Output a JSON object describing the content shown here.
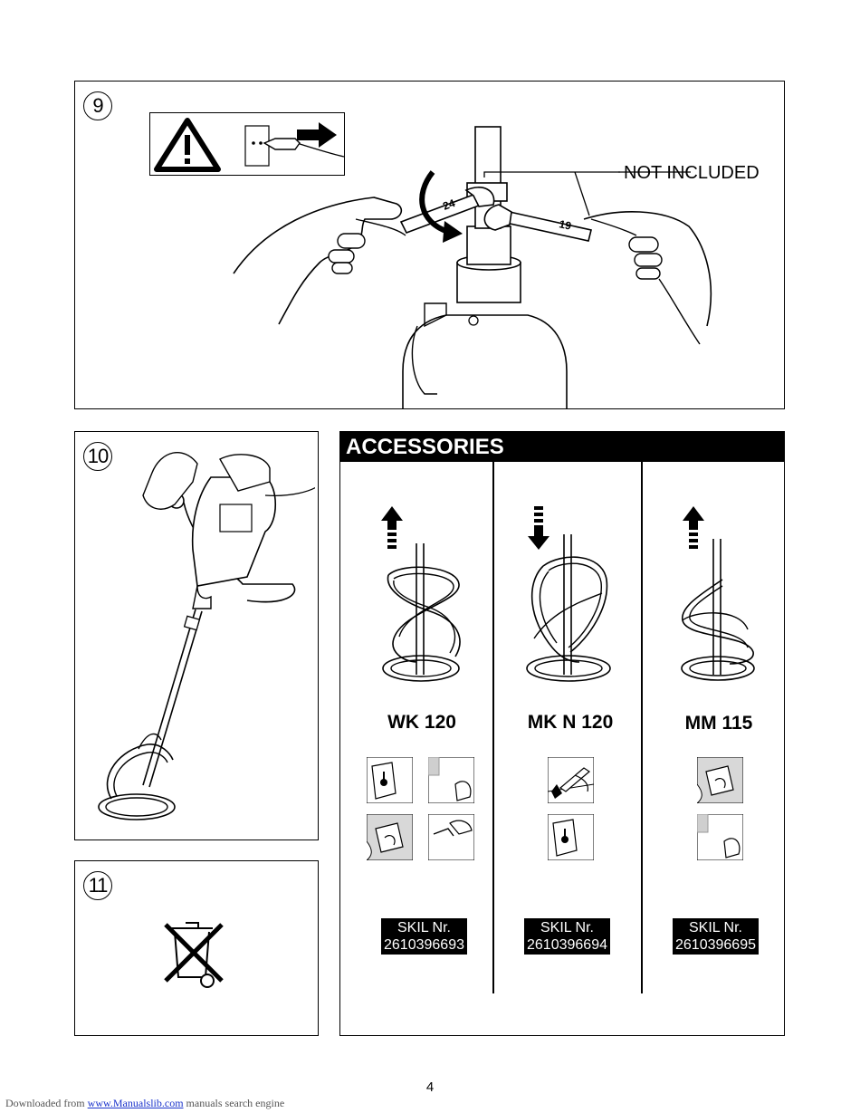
{
  "step9": {
    "number": "9",
    "not_included": "NOT INCLUDED",
    "wrench_a": "24",
    "wrench_b": "19"
  },
  "step10": {
    "number": "10"
  },
  "step11": {
    "number": "11"
  },
  "accessories": {
    "title": "ACCESSORIES",
    "items": [
      {
        "model": "WK 120",
        "skil_label": "SKIL Nr.",
        "skil_number": "2610396693",
        "arrow": "up"
      },
      {
        "model": "MK N 120",
        "skil_label": "SKIL Nr.",
        "skil_number": "2610396694",
        "arrow": "down"
      },
      {
        "model": "MM 115",
        "skil_label": "SKIL Nr.",
        "skil_number": "2610396695",
        "arrow": "up"
      }
    ]
  },
  "footer": {
    "page_number": "4",
    "downloaded_from": "Downloaded from",
    "link": "www.Manualslib.com",
    "tagline": "manuals search engine"
  }
}
